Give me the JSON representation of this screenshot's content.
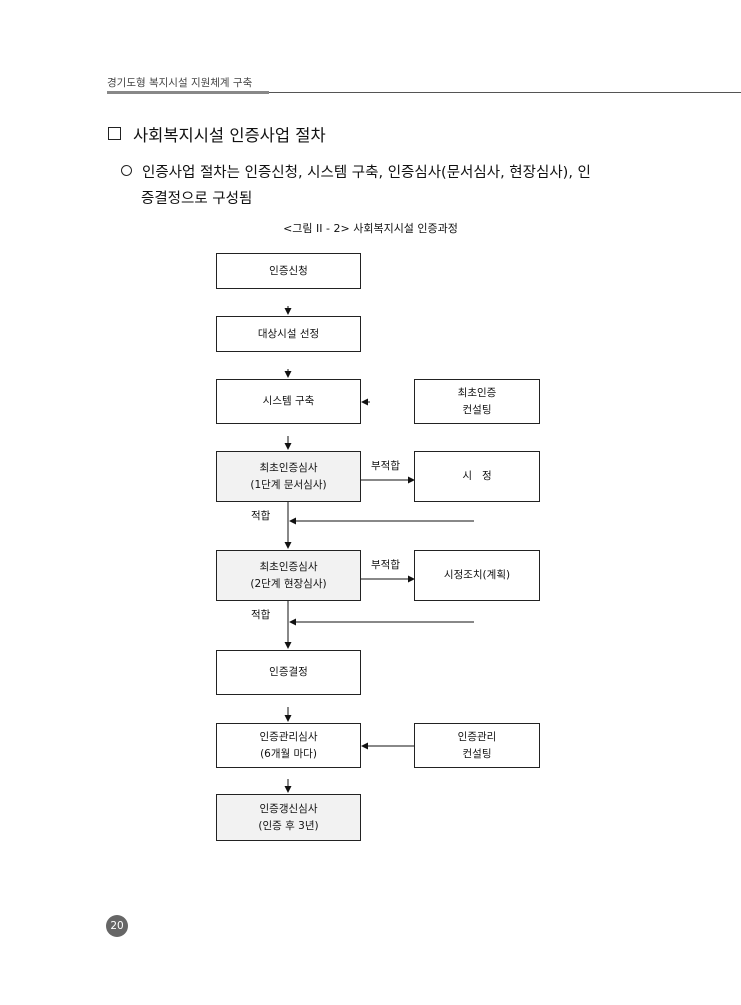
{
  "header": {
    "title": "경기도형 복지시설 지원체계 구축"
  },
  "section": {
    "title": "사회복지시설 인증사업 절차"
  },
  "bullet": {
    "line1": "인증사업 절차는 인증신청, 시스템 구축, 인증심사(문서심사, 현장심사), 인",
    "line2": "증결정으로 구성됨"
  },
  "figure": {
    "caption": "<그림 II - 2> 사회복지시설 인증과정",
    "nodes": {
      "apply": {
        "line1": "인증신청"
      },
      "select": {
        "line1": "대상시설 선정"
      },
      "build": {
        "line1": "시스템 구축"
      },
      "consult1": {
        "line1": "최초인증",
        "line2": "컨설팅"
      },
      "review1": {
        "line1": "최초인증심사",
        "line2": "(1단계 문서심사)"
      },
      "fix1": {
        "line1": "시   정"
      },
      "review2": {
        "line1": "최초인증심사",
        "line2": "(2단계 현장심사)"
      },
      "fix2": {
        "line1": "시정조치(계획)"
      },
      "decision": {
        "line1": "인증결정"
      },
      "manage": {
        "line1": "인증관리심사",
        "line2": "(6개월 마다)"
      },
      "consult2": {
        "line1": "인증관리",
        "line2": "컨설팅"
      },
      "renew": {
        "line1": "인증갱신심사",
        "line2": "(인증 후 3년)"
      }
    },
    "labels": {
      "fail1": "부적합",
      "pass1": "적합",
      "fail2": "부적합",
      "pass2": "적합"
    }
  },
  "footer": {
    "page_number": "20"
  }
}
